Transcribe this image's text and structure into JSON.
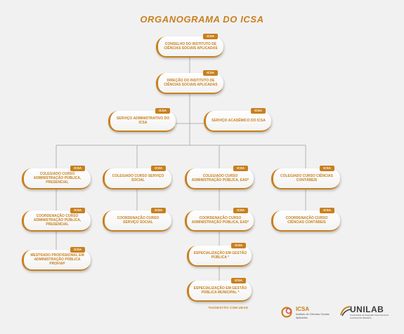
{
  "title": "ORGANOGRAMA DO ICSA",
  "tag": "ICSA",
  "nodes": {
    "conselho": "CONSELHO DO INSTITUTO DE CIÊNCIAS SOCIAIS APLICADAS",
    "direcao": "DIREÇÃO DO INSTITUTO DE CIÊNCIAS SOCIAIS APLICADAS",
    "servico_admin": "SERVIÇO ADMINISTRATIVO DO ICSA",
    "servico_acad": "SERVIÇO ACADÊMICO DO ICSA",
    "col_adm_pres": "COLEGIADO CURSO ADMINISTRAÇÃO PÚBLICA, PRESENCIAL",
    "col_servico": "COLEGIADO CURSO SERVIÇO SOCIAL",
    "col_adm_ead": "COLEGIADO CURSO ADMINISTRAÇÃO PÚBLICA, EAD*",
    "col_contabeis": "COLEGIADO CURSO CIÊNCIAS CONTÁBEIS",
    "coord_adm_pres": "COORDENAÇÃO CURSO ADMINISTRAÇÃO PÚBLICA, PRESENCIAL",
    "coord_servico": "COORDENAÇÃO CURSO SERVIÇO SOCIAL",
    "coord_adm_ead": "COORDENAÇÃO CURSO ADMINISTRAÇÃO PÚBLICA, EAD*",
    "coord_contabeis": "COORDENAÇÃO CURSO CIÊNCIAS CONTÁBEIS",
    "mestrado": "MESTRADO PROFISSIONAL EM ADMINISTRAÇÃO PÚBLICA PROFIAP",
    "esp_gestao": "ESPECIALIZAÇÃO EM GESTÃO PÚBLICA *",
    "esp_municipal": "ESPECIALIZAÇÃO EM GESTÃO PÚBLICA MUNICIPAL *"
  },
  "footnote": "*GOGESTÃO COM UEAD",
  "logos": {
    "icsa_name": "ICSA",
    "icsa_sub": "Instituto de Ciências Sociais Aplicadas",
    "unilab_name": "UNILAB",
    "unilab_sub": "Universidade da Integração Internacional da Lusofonia Afro-Brasileira"
  },
  "colors": {
    "accent": "#c8801f",
    "line": "#b3b3b3",
    "background": "#f1f1f1"
  }
}
